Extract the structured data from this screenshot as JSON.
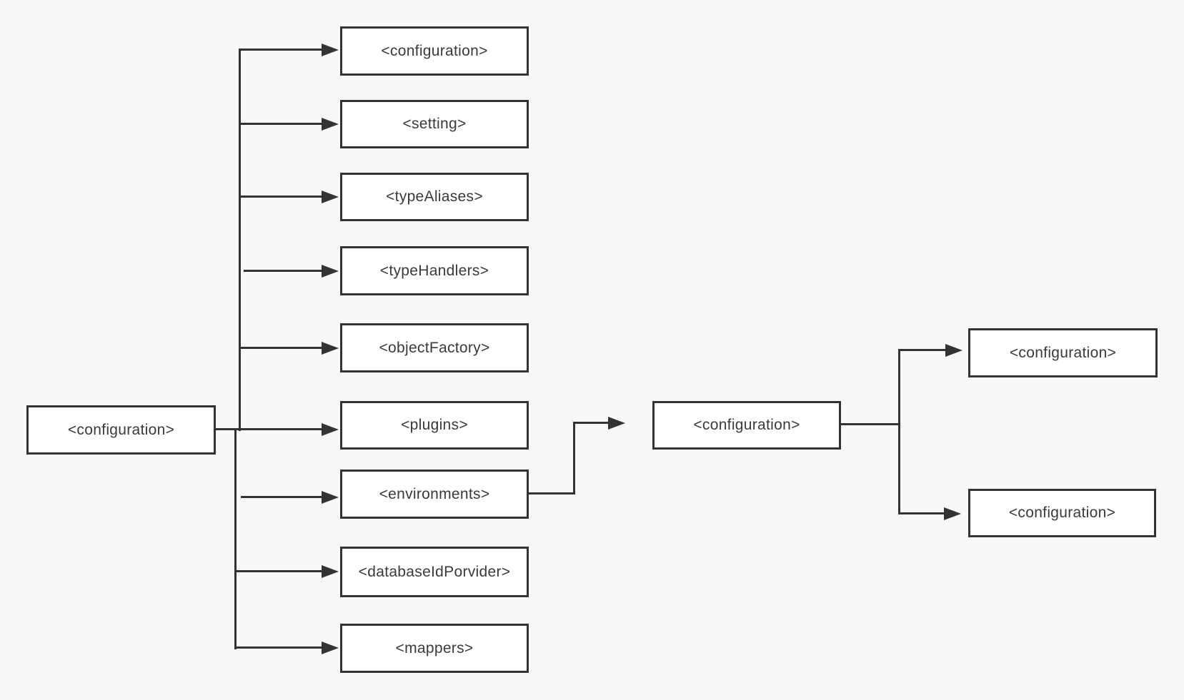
{
  "diagram_title": "mybatis-configuration-structure",
  "colors": {
    "background": "#f8f8f8",
    "node_fill": "#ffffff",
    "line": "#333333",
    "text": "#3a3a3a"
  },
  "root_node": {
    "label": "<configuration>"
  },
  "child_nodes": [
    {
      "label": "<configuration>"
    },
    {
      "label": "<setting>"
    },
    {
      "label": "<typeAliases>"
    },
    {
      "label": "<typeHandlers>"
    },
    {
      "label": "<objectFactory>"
    },
    {
      "label": "<plugins>"
    },
    {
      "label": "<environments>"
    },
    {
      "label": "<databaseIdPorvider>"
    },
    {
      "label": "<mappers>"
    }
  ],
  "environments_child_node": {
    "label": "<configuration>"
  },
  "leaf_nodes": [
    {
      "label": "<configuration>"
    },
    {
      "label": "<configuration>"
    }
  ]
}
